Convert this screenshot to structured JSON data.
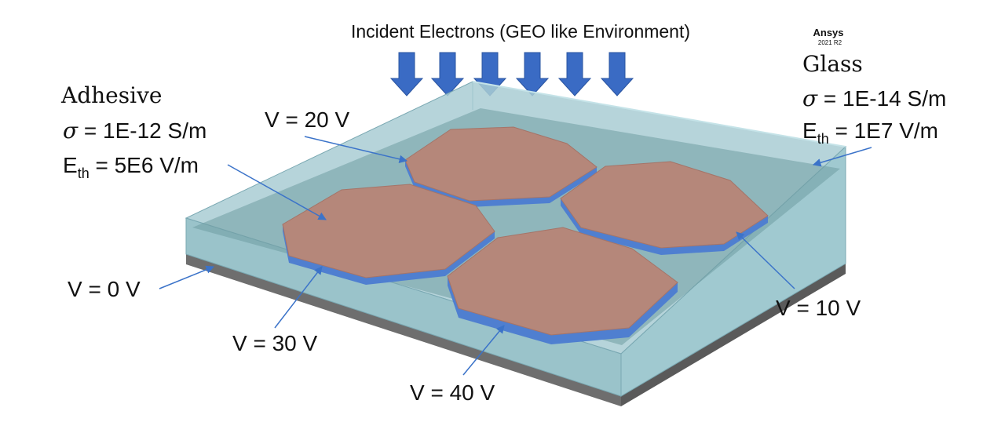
{
  "title": "Incident Electrons (GEO like Environment)",
  "watermark": {
    "brand": "Ansys",
    "version": "2021 R2"
  },
  "adhesive": {
    "name": "Adhesive",
    "sigma_symbol": "σ",
    "sigma_value": " = 1E-12 S/m",
    "eth_main": "E",
    "eth_sub": "th",
    "eth_value": " = 5E6 V/m"
  },
  "glass": {
    "name": "Glass",
    "sigma_symbol": "σ",
    "sigma_value": " = 1E-14 S/m",
    "eth_main": "E",
    "eth_sub": "th",
    "eth_value": " = 1E7 V/m"
  },
  "voltages": {
    "v20": "V = 20 V",
    "v0": "V = 0 V",
    "v30": "V = 30 V",
    "v10": "V = 10 V",
    "v40": "V = 40 V"
  },
  "colors": {
    "arrow": "#3a6bc4",
    "electrode_top": "#b5877a",
    "electrode_side": "#4f7fd0",
    "glass": "#9cc7cf",
    "base": "#6e6e6e",
    "leader": "#3b73c9"
  }
}
